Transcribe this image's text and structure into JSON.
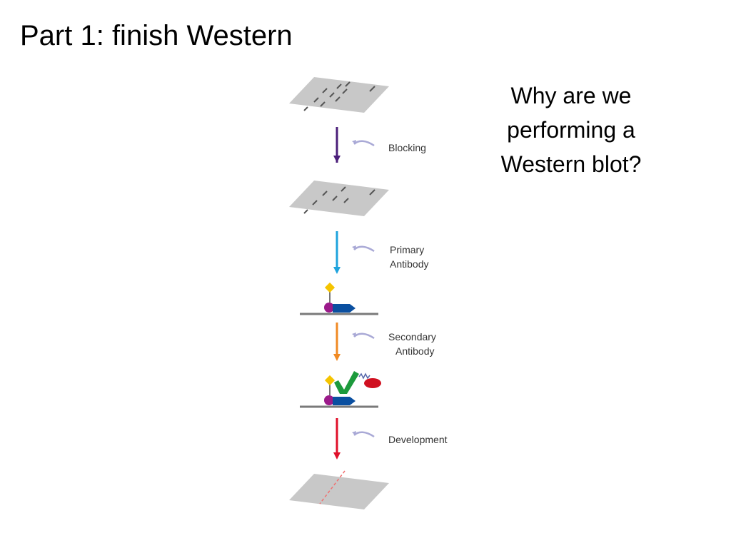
{
  "slide": {
    "title": "Part 1: finish Western",
    "question_lines": [
      "Why are we",
      "performing a",
      "Western blot?"
    ]
  },
  "diagram": {
    "steps": [
      {
        "label_lines": [
          "Blocking"
        ],
        "arrow_color": "#4b1f7a"
      },
      {
        "label_lines": [
          "Primary",
          "Antibody"
        ],
        "arrow_color": "#1ea3dd"
      },
      {
        "label_lines": [
          "Secondary",
          "Antibody"
        ],
        "arrow_color": "#f08a24"
      },
      {
        "label_lines": [
          "Development"
        ],
        "arrow_color": "#e0102a"
      }
    ],
    "colors": {
      "membrane": "#c8c8c8",
      "band": "#555555",
      "result_band": "#f07070",
      "curved_arrow": "#a9a9d6",
      "antigen_tag": "#f5c400",
      "antigen_body": "#9b1a8a",
      "primary_antibody": "#0a4fa0",
      "secondary_antibody": "#1c9a3c",
      "enzyme": "#d01020"
    },
    "icons": [
      "membrane-icon",
      "curved-arrow-icon",
      "antibody-icon",
      "enzyme-icon"
    ]
  }
}
